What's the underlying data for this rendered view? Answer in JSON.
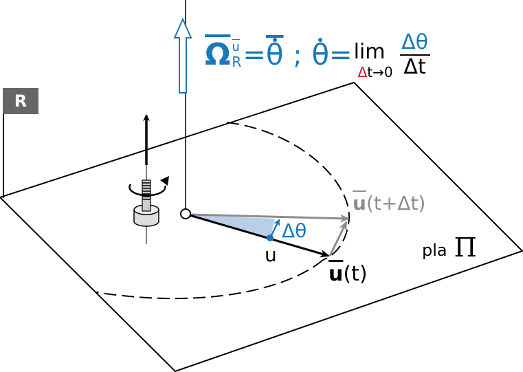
{
  "frame_label": "R",
  "formula": {
    "omega": "Ω",
    "omega_sup": "u",
    "omega_sub": "R",
    "eq1": "=",
    "theta_dot_vec": "θ",
    "separator": ";",
    "theta_dot": "θ",
    "eq2": "=",
    "lim": "lim",
    "lim_delta": "Δ",
    "lim_cond": "t→0",
    "numerator": "Δθ",
    "denominator": "Δt"
  },
  "labels": {
    "u_next_vec": "u",
    "u_next_arg": "(t+Δt)",
    "delta_theta": "Δθ",
    "u": "u",
    "u_t_vec": "u",
    "u_t_arg": "(t)",
    "plane": "pla",
    "plane_symbol": "Π"
  },
  "colors": {
    "blue": "#1a78b8",
    "red": "#d0102a",
    "gray": "#8c8c8c",
    "fill": "#b8cfe8"
  }
}
